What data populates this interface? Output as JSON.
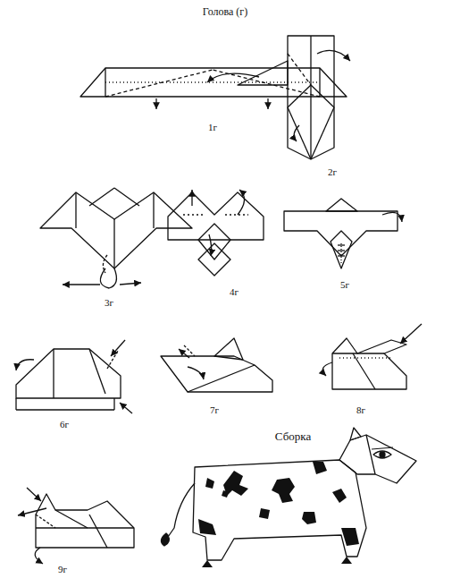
{
  "diagram": {
    "title": "Голова (г)",
    "labels": [
      "1г",
      "2г",
      "3г",
      "4г",
      "5г",
      "6г",
      "7г",
      "8г",
      "9г",
      "Сборка"
    ]
  }
}
